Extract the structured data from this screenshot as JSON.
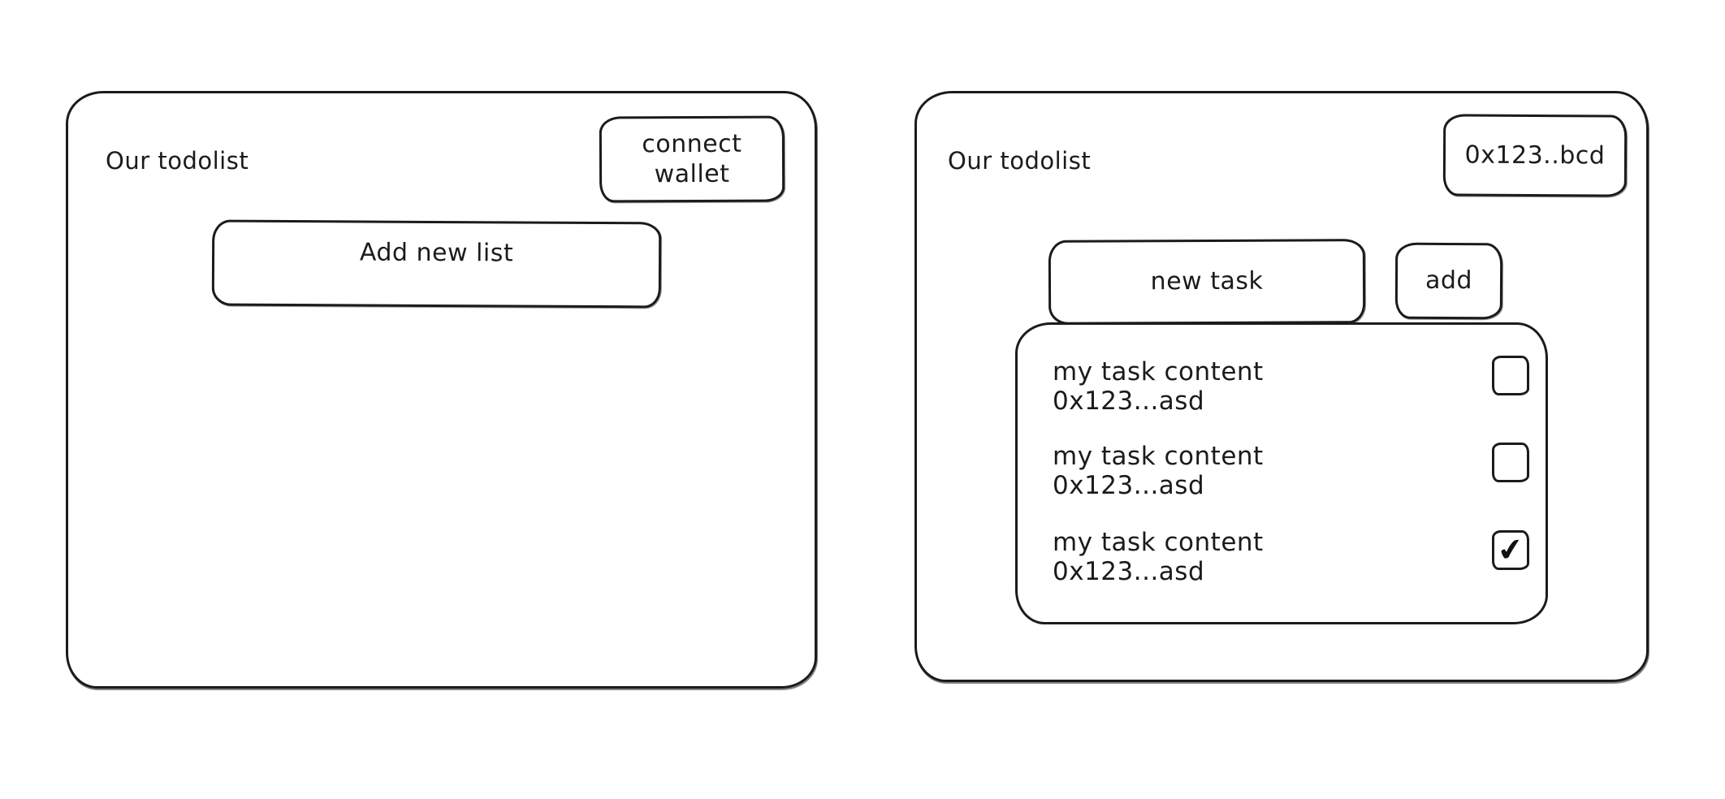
{
  "colors": {
    "stroke": "#1b1b1b",
    "background": "#ffffff"
  },
  "left_panel": {
    "title": "Our todolist",
    "connect_wallet_label": "connect wallet",
    "add_list_label": "Add new list"
  },
  "right_panel": {
    "title": "Our todolist",
    "wallet_address_label": "0x123..bcd",
    "task_input_value": "new task",
    "add_button_label": "add",
    "tasks": [
      {
        "content": "my task content",
        "address": "0x123...asd",
        "checked": false,
        "check_glyph": ""
      },
      {
        "content": "my task content",
        "address": "0x123...asd",
        "checked": false,
        "check_glyph": ""
      },
      {
        "content": "my task content",
        "address": "0x123...asd",
        "checked": true,
        "check_glyph": "✔"
      }
    ]
  }
}
